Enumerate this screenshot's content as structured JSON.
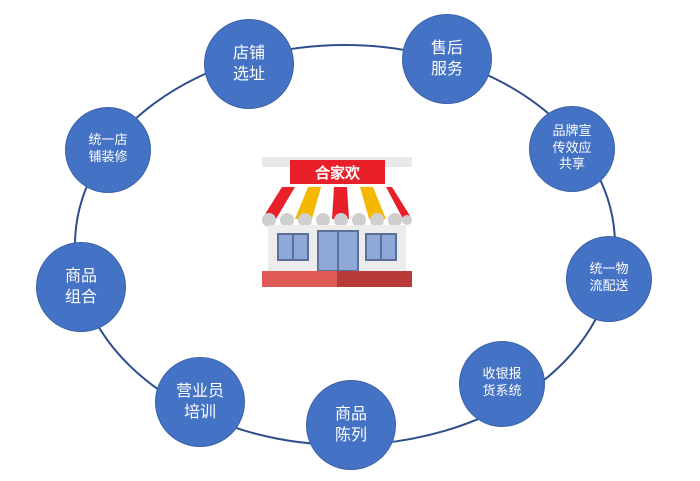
{
  "diagram": {
    "center": {
      "sign_text": "合家欢",
      "icon": "storefront-icon",
      "colors": {
        "sign": "#e8202a",
        "awning_red": "#e8202a",
        "awning_yellow": "#f5b800",
        "awning_white": "#ffffff",
        "wall": "#e9e9e9",
        "window": "#8ea9d8",
        "door": "#8ea9d8",
        "base": "#d9534f"
      }
    },
    "ring_color": "#2f4e8c",
    "node_color": "#4472c4",
    "nodes": [
      {
        "id": "store-site",
        "label": "店铺\n选址"
      },
      {
        "id": "after-sales",
        "label": "售后\n服务"
      },
      {
        "id": "brand-promo",
        "label": "品牌宣\n传效应\n共享"
      },
      {
        "id": "logistics",
        "label": "统一物\n流配送"
      },
      {
        "id": "pos-system",
        "label": "收银报\n货系统"
      },
      {
        "id": "display",
        "label": "商品\n陈列"
      },
      {
        "id": "staff-training",
        "label": "营业员\n培训"
      },
      {
        "id": "product-mix",
        "label": "商品\n组合"
      },
      {
        "id": "renovation",
        "label": "统一店\n铺装修"
      }
    ]
  }
}
